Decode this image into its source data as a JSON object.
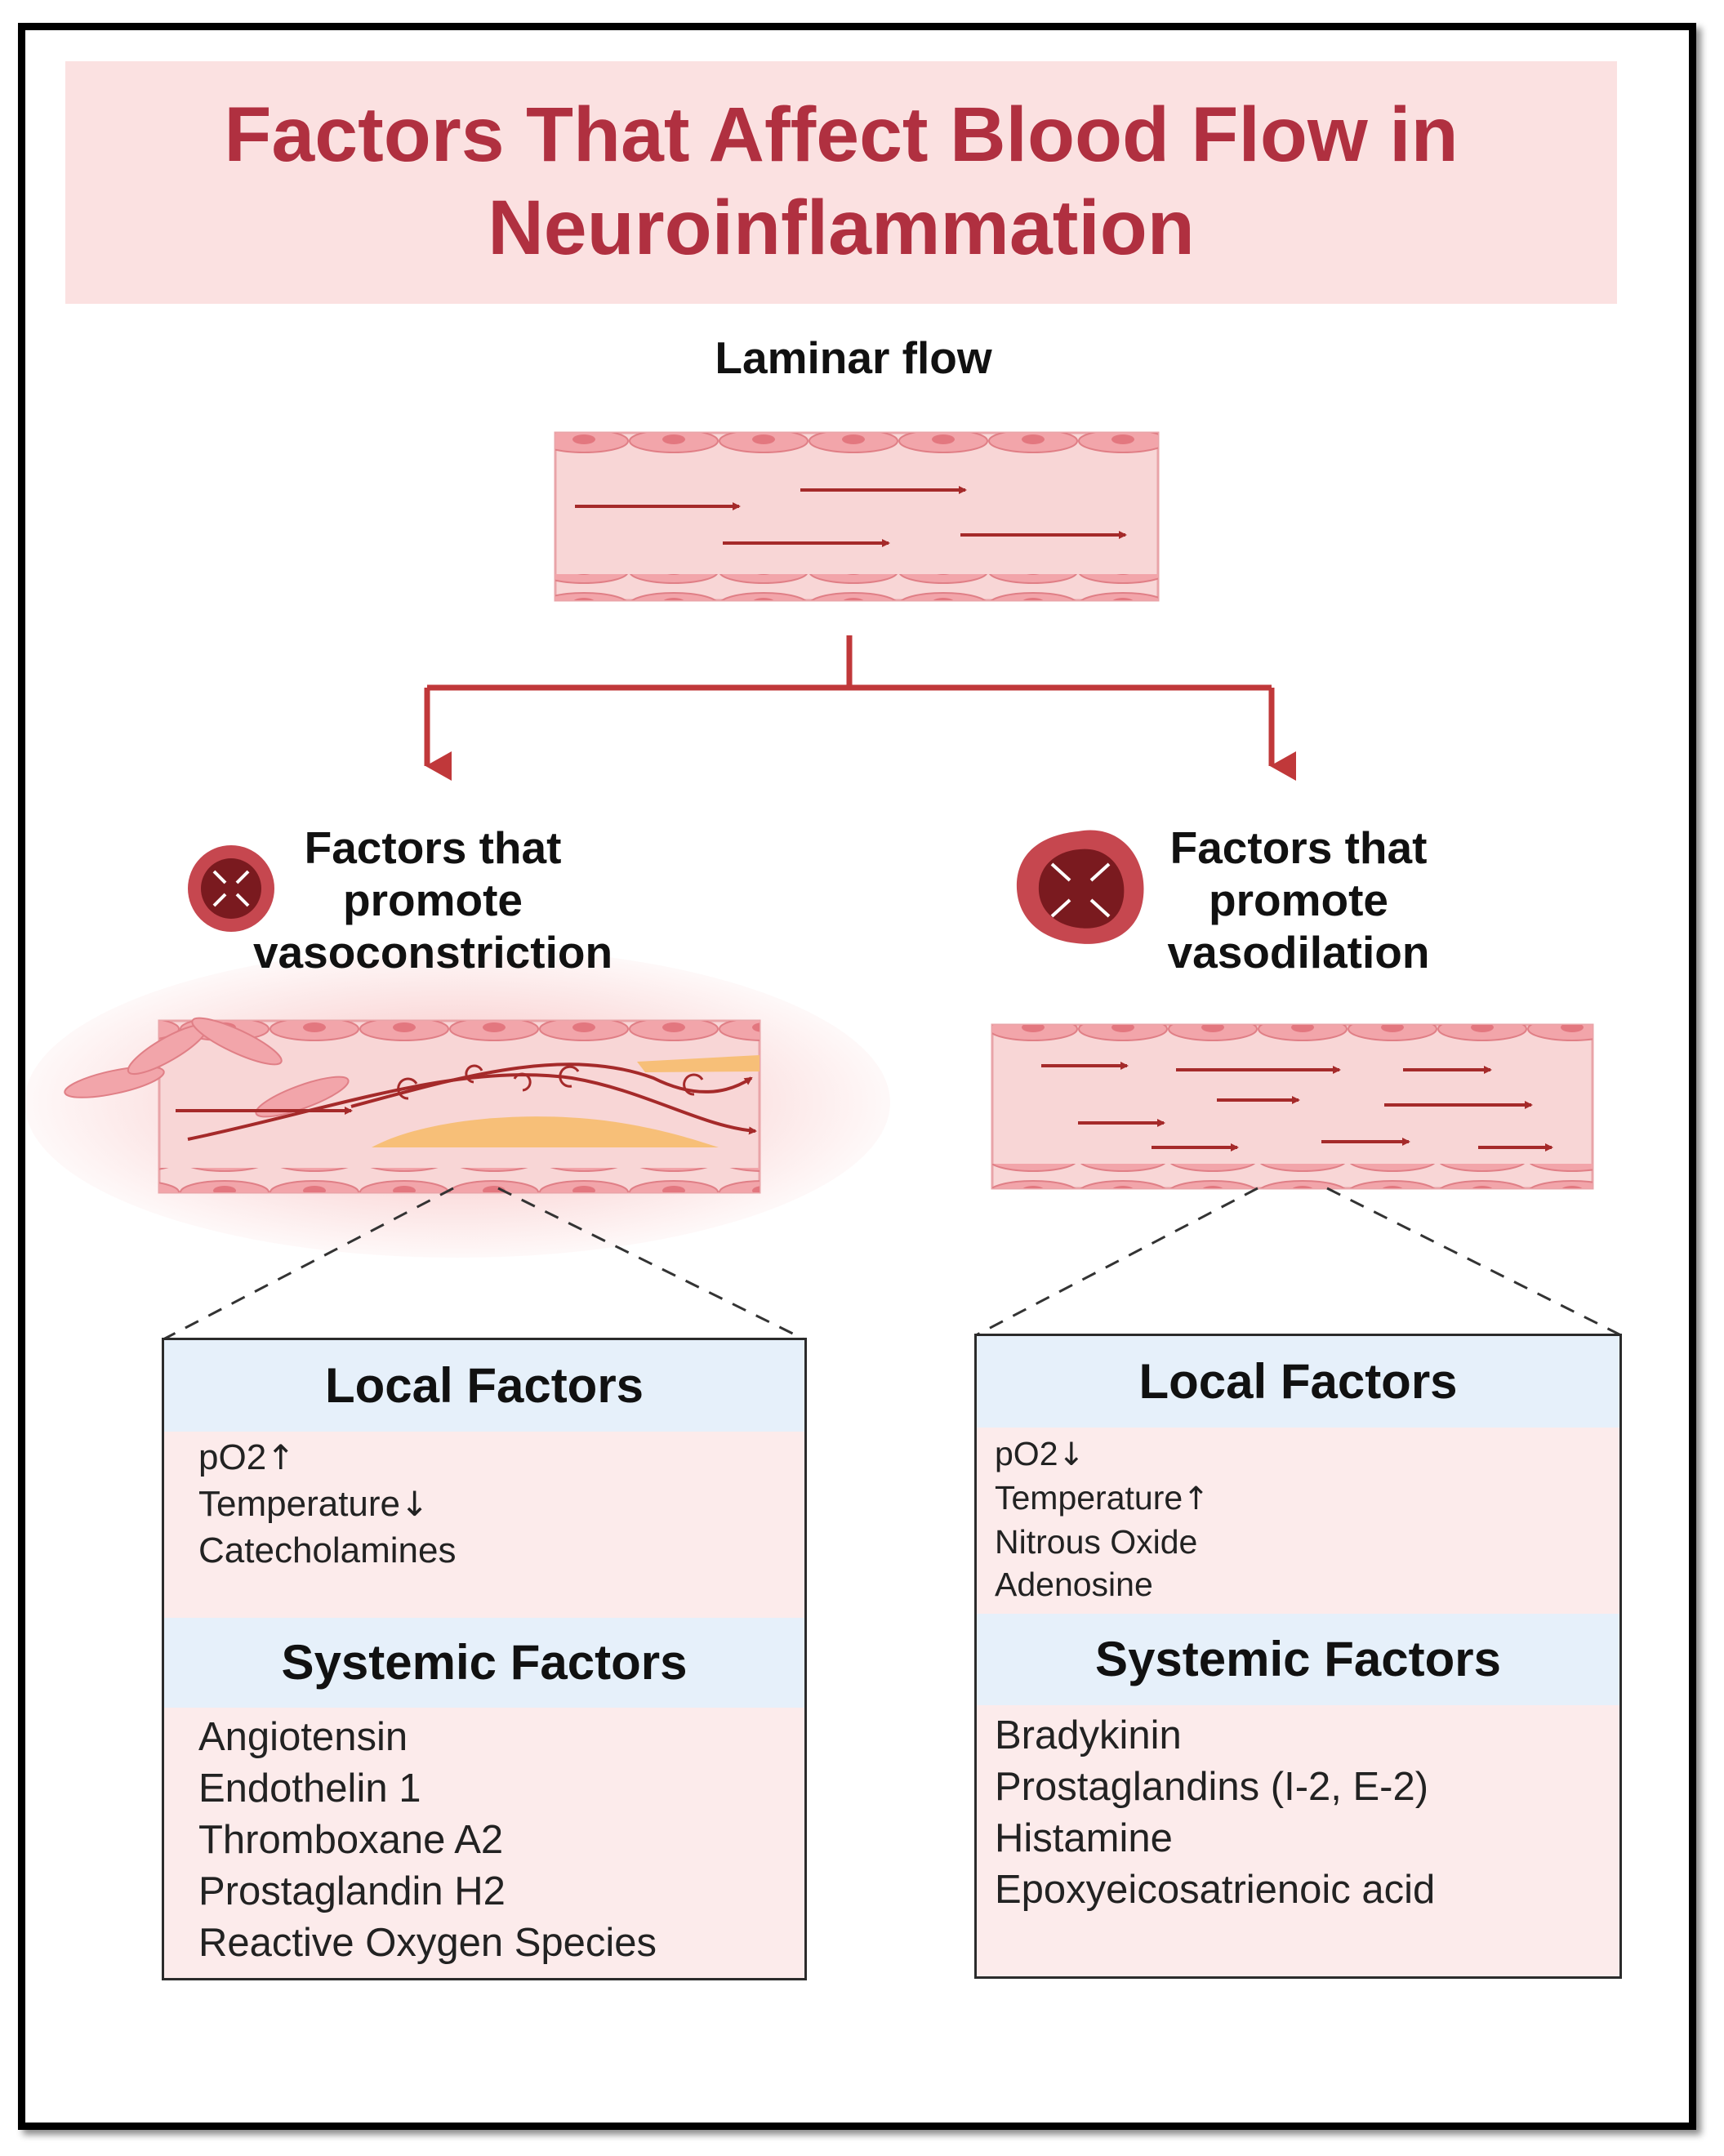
{
  "title": "Factors That Affect Blood Flow in Neuroinflammation",
  "laminar_label": "Laminar flow",
  "left": {
    "heading": [
      "Factors that",
      "promote",
      "vasoconstriction"
    ],
    "local_title": "Local Factors",
    "local_items": [
      {
        "text": "pO2",
        "arrow": "↑"
      },
      {
        "text": "Temperature",
        "arrow": "↓"
      },
      {
        "text": "Catecholamines",
        "arrow": ""
      }
    ],
    "systemic_title": "Systemic Factors",
    "systemic_items": [
      "Angiotensin",
      "Endothelin 1",
      "Thromboxane A2",
      "Prostaglandin H2",
      "Reactive Oxygen Species"
    ]
  },
  "right": {
    "heading": [
      "Factors that",
      "promote",
      "vasodilation"
    ],
    "local_title": "Local Factors",
    "local_items": [
      {
        "text": "pO2",
        "arrow": "↓"
      },
      {
        "text": "Temperature",
        "arrow": "↑"
      },
      {
        "text": "Nitrous Oxide",
        "arrow": ""
      },
      {
        "text": "Adenosine",
        "arrow": ""
      }
    ],
    "systemic_title": "Systemic Factors",
    "systemic_items": [
      "Bradykinin",
      "Prostaglandins (I-2, E-2)",
      "Histamine",
      "Epoxyeicosatrienoic acid"
    ]
  },
  "colors": {
    "title": "#b03040",
    "arrow": "#c0383a",
    "vessel_wall": "#f2a5aa",
    "lumen": "#f8d6d6",
    "flow_arrow": "#a52a2a",
    "plaque": "#f7bf78",
    "box_head": "#e6f0fa",
    "box_body": "#fcebeb"
  }
}
